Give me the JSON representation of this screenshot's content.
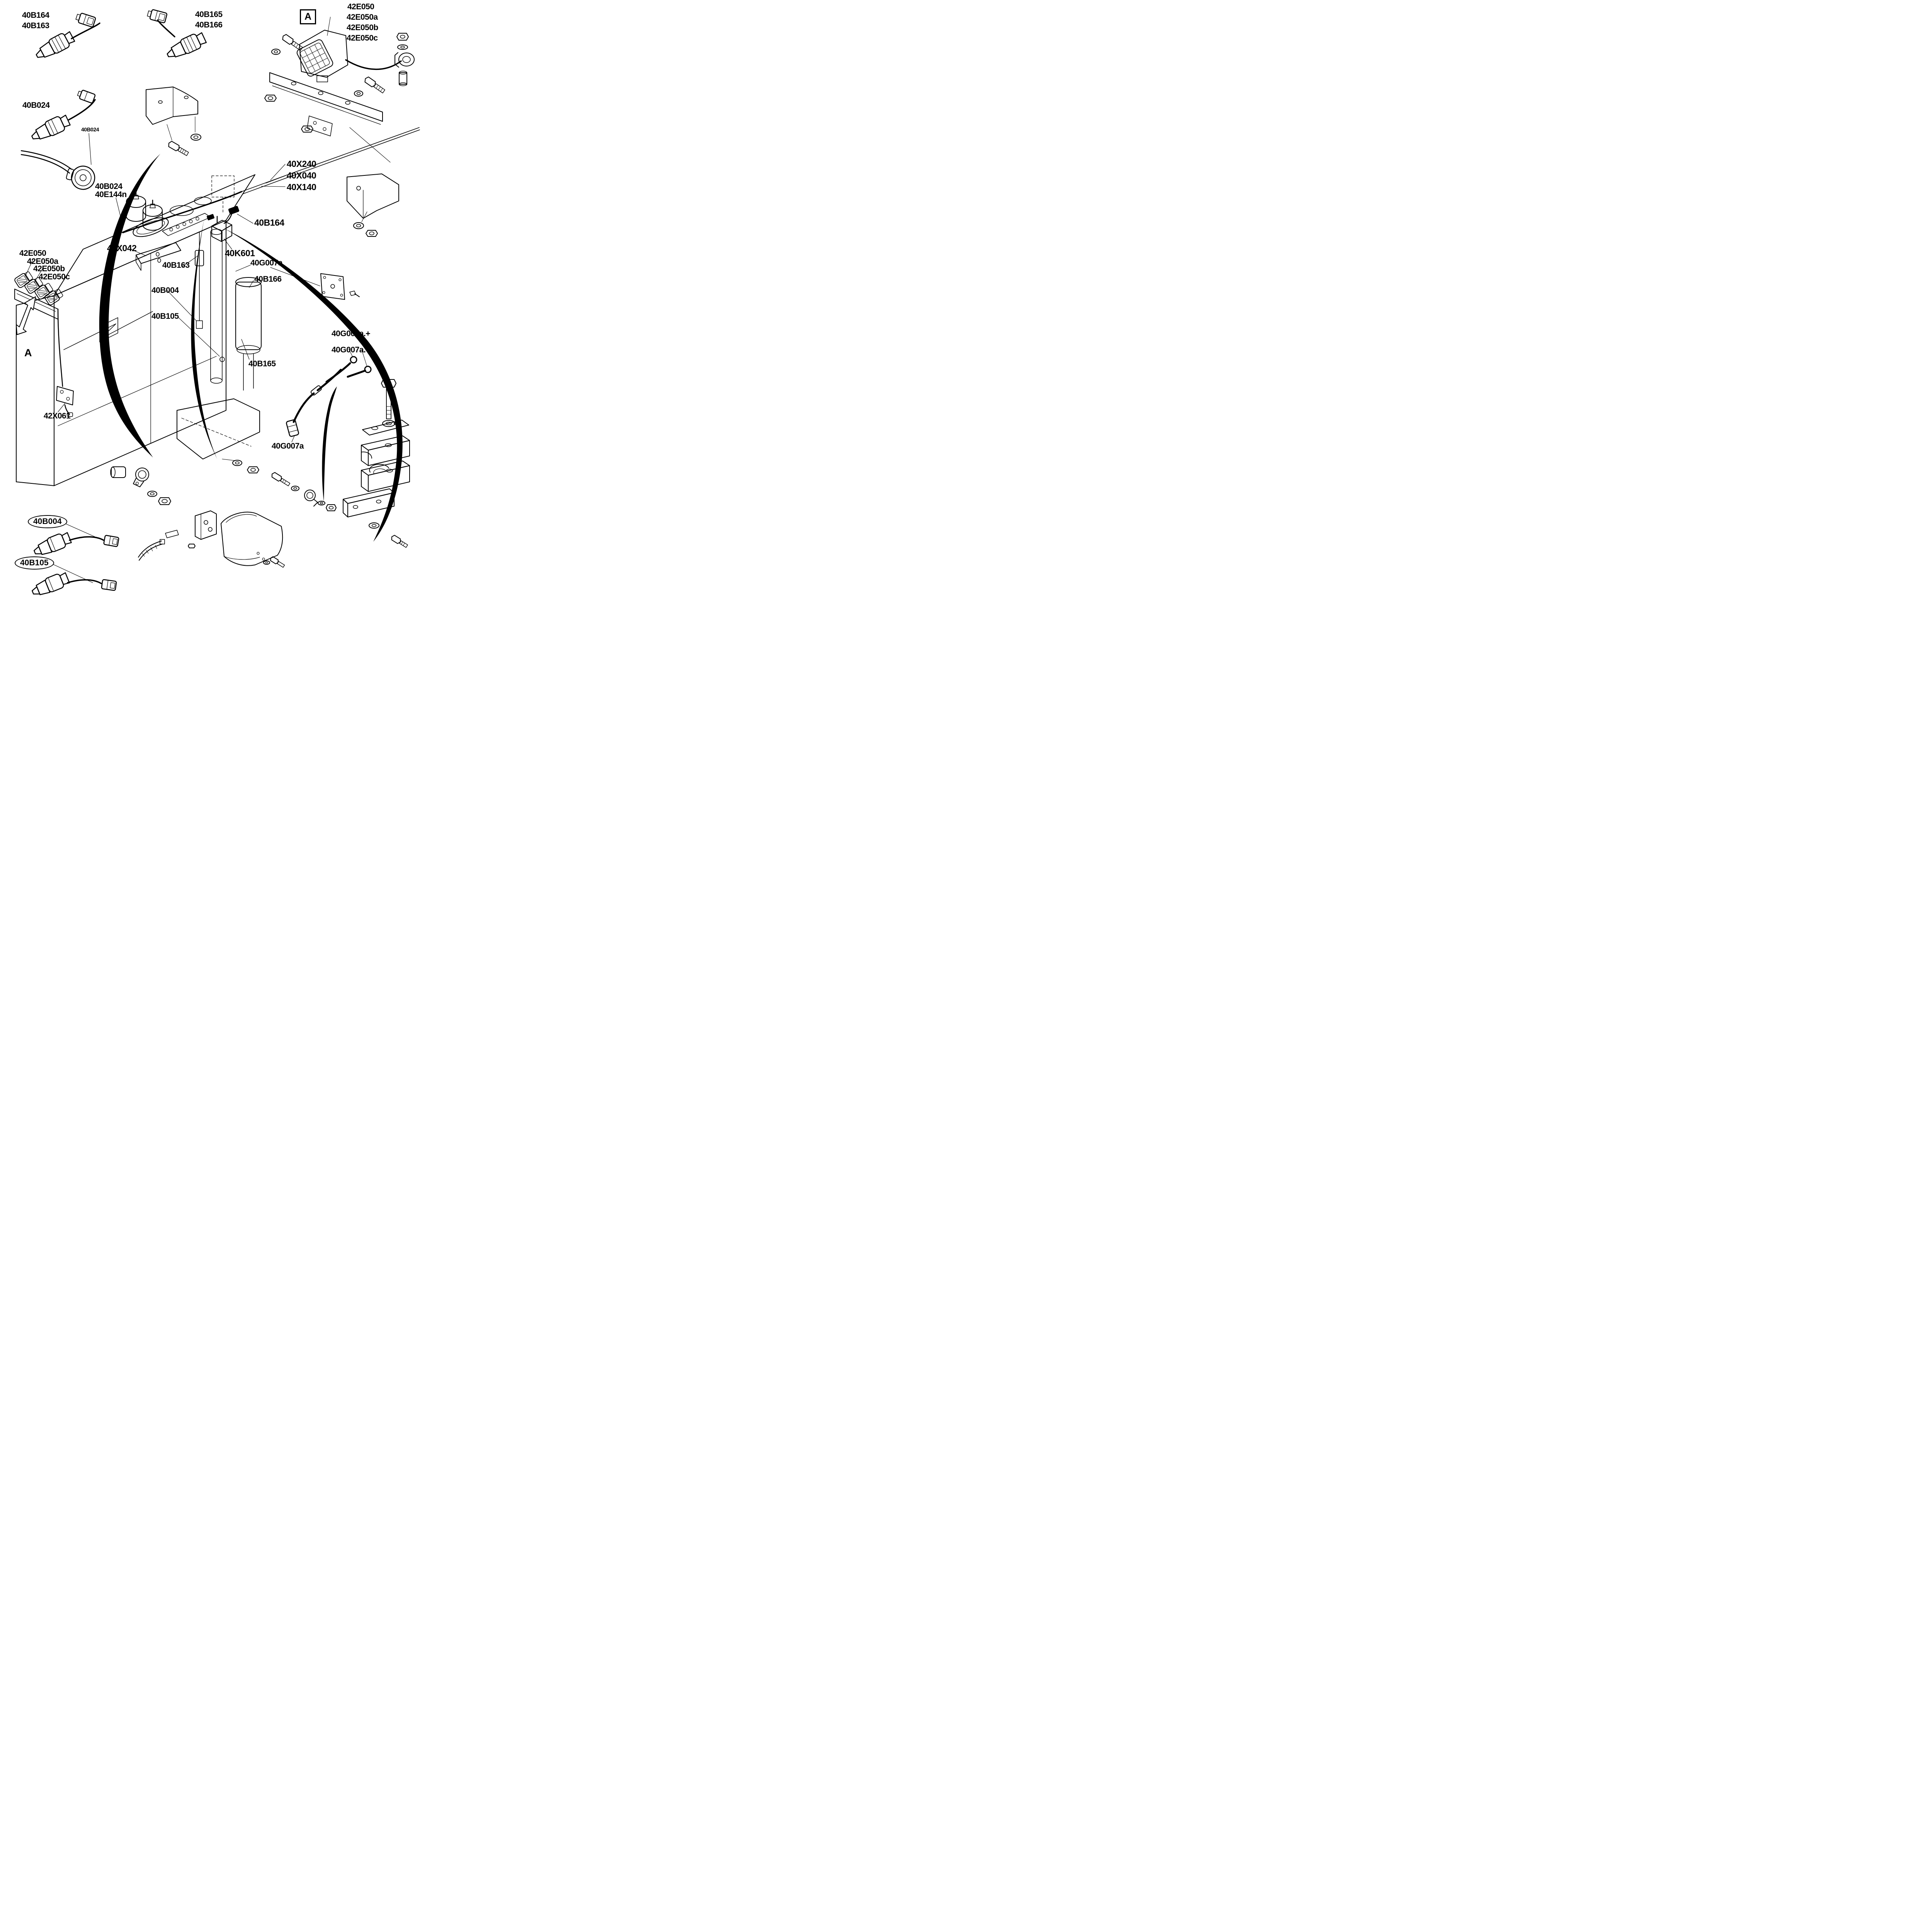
{
  "page": {
    "paper": "#ffffff",
    "ink": "#000000"
  },
  "view_markers": {
    "boxed_letter": "A",
    "arrow_letter": "A"
  },
  "callouts": {
    "top_left": {
      "line1": "40B164",
      "line2": "40B163"
    },
    "top_mid": {
      "line1": "40B165",
      "line2": "40B166"
    },
    "lamps_top_right": {
      "line1": "42E050",
      "line2": "42E050a",
      "line3": "42E050b",
      "line4": "42E050c"
    },
    "lamps_front_left": {
      "line1": "42E050",
      "line2": "42E050a",
      "line3": "42E050b",
      "line4": "42E050c"
    },
    "sensor_40b024": "40B024",
    "plug_40b024": "40B024",
    "breather": {
      "line1": "40B024",
      "line2": "40E144n"
    },
    "harness_trio": {
      "line1": "40X240",
      "line2": "40X040",
      "line3": "40X140"
    },
    "harness_connector": "40B164",
    "suction_valve": "40K601",
    "cable_cover": "40X042",
    "level_sender": "40B163",
    "cover_plate": "40G007a",
    "oil_filter": "40B166",
    "oil_level_sensor": "40B004",
    "pressure_sensor": "40B105",
    "temp_sensor": "40B165",
    "battery_cable_plus": "40G007a.+",
    "battery_cable_minus": "40G007a.-",
    "clamp_bracket": "42X061",
    "battery_cable_connector": "40G007a",
    "oval_40b004": "40B004",
    "oval_40b105": "40B105"
  }
}
